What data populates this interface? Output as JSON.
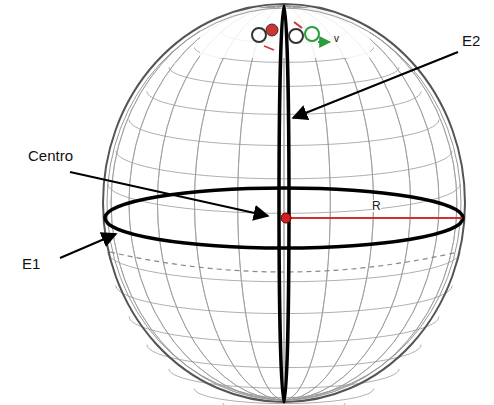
{
  "diagram": {
    "labels": [
      "E2",
      "Centro",
      "E1",
      "R",
      "v"
    ]
  }
}
